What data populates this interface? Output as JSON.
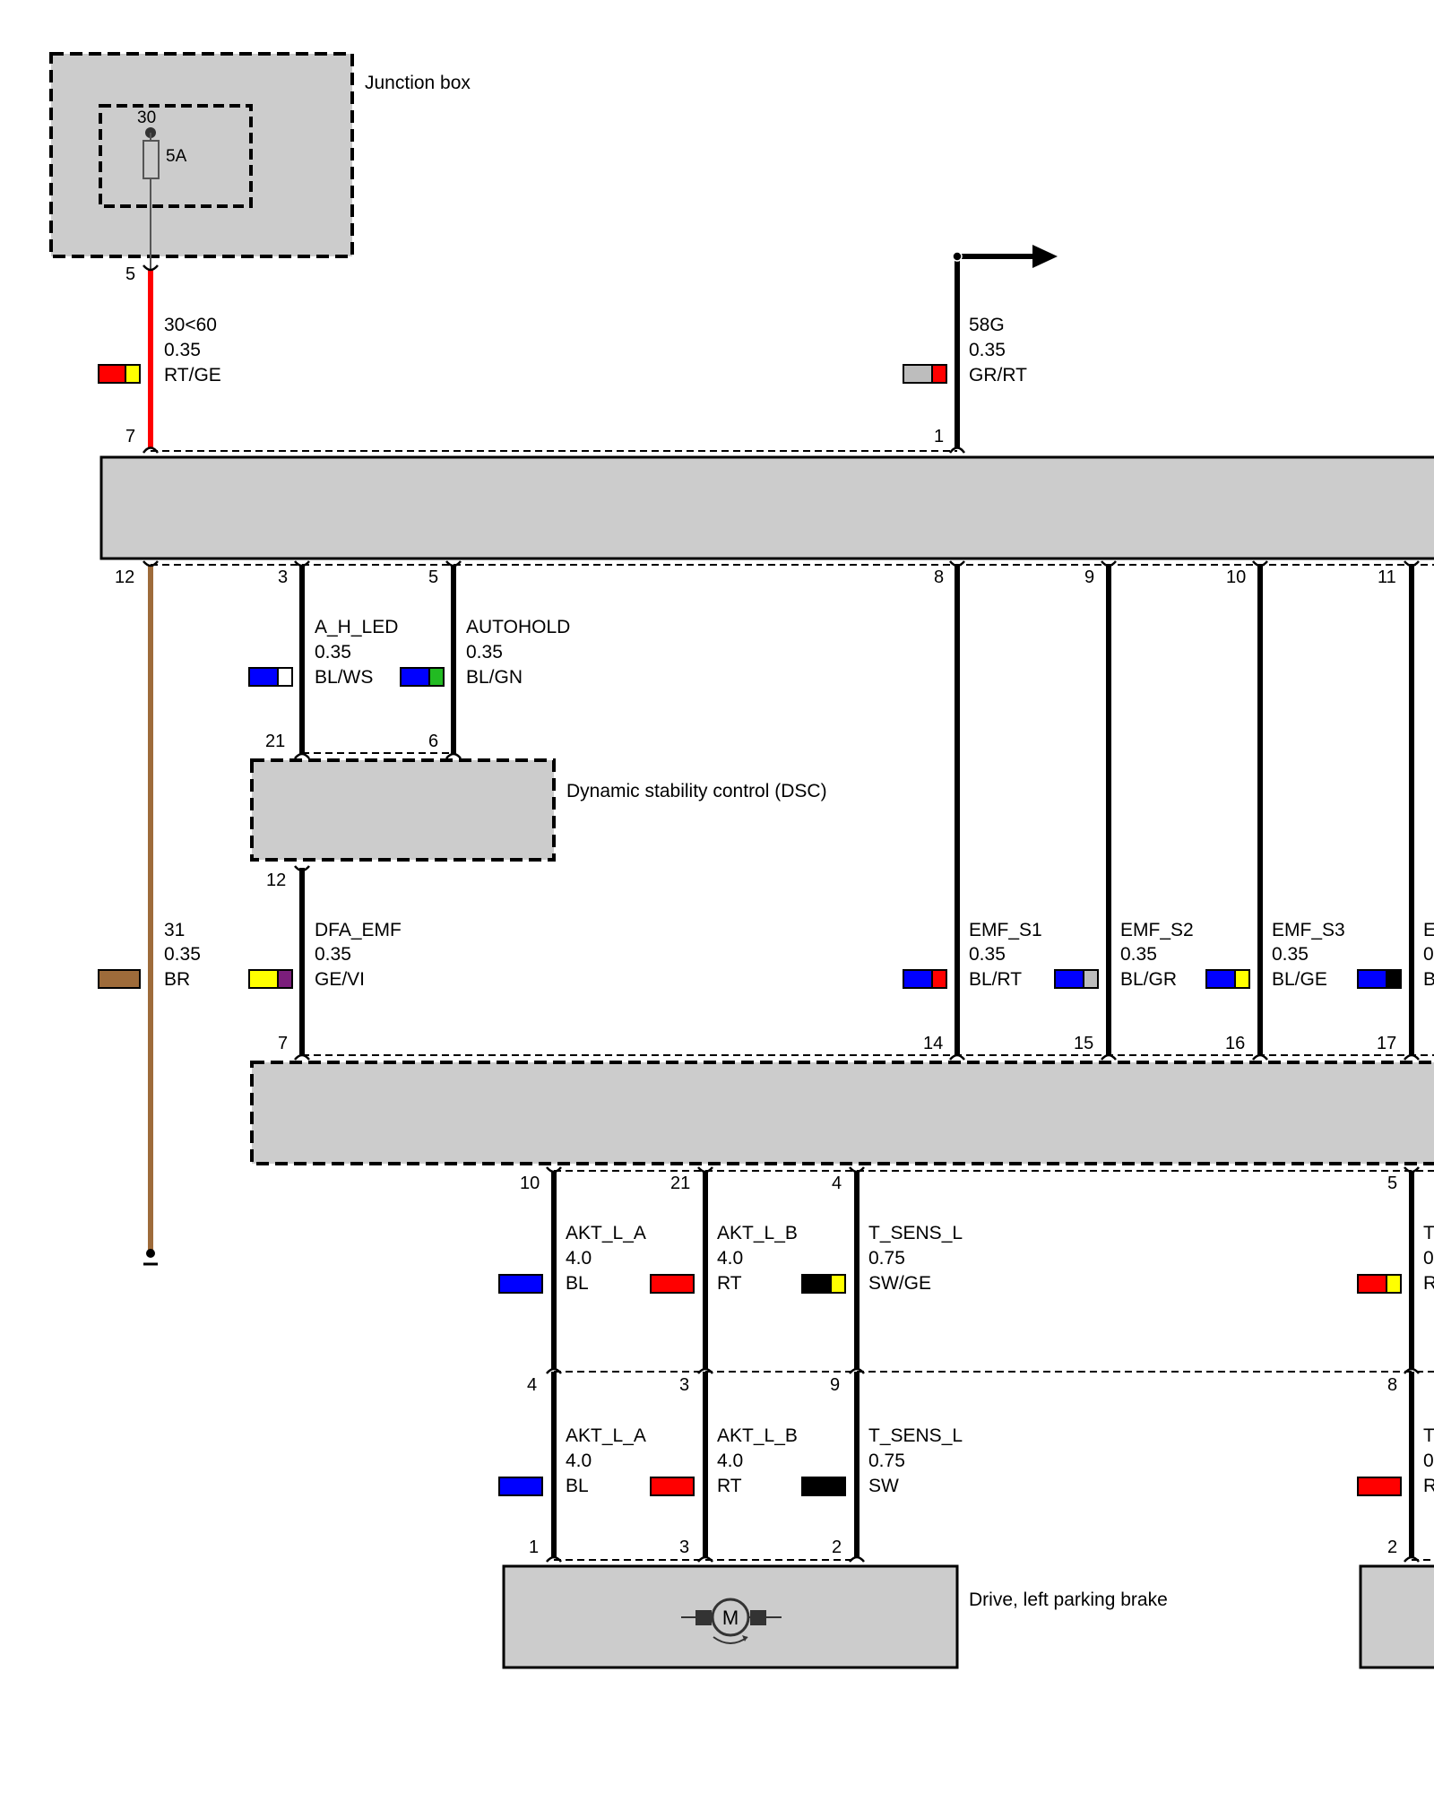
{
  "components": {
    "junction_box": "Junction box",
    "fuse_pin": "30",
    "fuse_rating": "5A",
    "dsc": "Dynamic stability control (DSC)",
    "drive_left": "Drive, left parking brake"
  },
  "colors": {
    "RT": "#ff0000",
    "GE": "#ffff00",
    "GR": "#bdbdbd",
    "BL": "#0000ff",
    "WS": "#ffffff",
    "GN": "#22bb22",
    "BR": "#9e6b3a",
    "VI": "#7b1e7b",
    "SW": "#000000",
    "box_fill": "#cccccc"
  },
  "wires": [
    {
      "id": "w-3060",
      "name": "30<60",
      "gauge": "0.35",
      "code": "RT/GE",
      "c1": "RT",
      "c2": "GE",
      "pin_top": "5",
      "pin_bottom": "7"
    },
    {
      "id": "w-58g",
      "name": "58G",
      "gauge": "0.35",
      "code": "GR/RT",
      "c1": "GR",
      "c2": "RT",
      "pin_top": "",
      "pin_bottom": "1"
    },
    {
      "id": "w-31",
      "name": "31",
      "gauge": "0.35",
      "code": "BR",
      "c1": "BR",
      "c2": "BR",
      "pin_top": "12",
      "pin_bottom": ""
    },
    {
      "id": "w-ahled",
      "name": "A_H_LED",
      "gauge": "0.35",
      "code": "BL/WS",
      "c1": "BL",
      "c2": "WS",
      "pin_top": "3",
      "pin_bottom": "21"
    },
    {
      "id": "w-autohold",
      "name": "AUTOHOLD",
      "gauge": "0.35",
      "code": "BL/GN",
      "c1": "BL",
      "c2": "GN",
      "pin_top": "5",
      "pin_bottom": "6"
    },
    {
      "id": "w-dfaemf",
      "name": "DFA_EMF",
      "gauge": "0.35",
      "code": "GE/VI",
      "c1": "GE",
      "c2": "VI",
      "pin_top": "12",
      "pin_bottom": "7"
    },
    {
      "id": "w-emfs1",
      "name": "EMF_S1",
      "gauge": "0.35",
      "code": "BL/RT",
      "c1": "BL",
      "c2": "RT",
      "pin_top": "8",
      "pin_bottom": "14"
    },
    {
      "id": "w-emfs2",
      "name": "EMF_S2",
      "gauge": "0.35",
      "code": "BL/GR",
      "c1": "BL",
      "c2": "GR",
      "pin_top": "9",
      "pin_bottom": "15"
    },
    {
      "id": "w-emfs3",
      "name": "EMF_S3",
      "gauge": "0.35",
      "code": "BL/GE",
      "c1": "BL",
      "c2": "GE",
      "pin_top": "10",
      "pin_bottom": "16"
    },
    {
      "id": "w-emfs4",
      "name": "E",
      "gauge": "0",
      "code": "B",
      "c1": "BL",
      "c2": "SW",
      "pin_top": "11",
      "pin_bottom": "17"
    },
    {
      "id": "w-aktla-1",
      "name": "AKT_L_A",
      "gauge": "4.0",
      "code": "BL",
      "c1": "BL",
      "c2": "BL",
      "pin_top": "10",
      "pin_bottom": "4"
    },
    {
      "id": "w-aktlb-1",
      "name": "AKT_L_B",
      "gauge": "4.0",
      "code": "RT",
      "c1": "RT",
      "c2": "RT",
      "pin_top": "21",
      "pin_bottom": "3"
    },
    {
      "id": "w-tsensl-1",
      "name": "T_SENS_L",
      "gauge": "0.75",
      "code": "SW/GE",
      "c1": "SW",
      "c2": "GE",
      "pin_top": "4",
      "pin_bottom": "9"
    },
    {
      "id": "w-tsensr-1",
      "name": "T",
      "gauge": "0",
      "code": "R",
      "c1": "RT",
      "c2": "GE",
      "pin_top": "5",
      "pin_bottom": "8"
    },
    {
      "id": "w-aktla-2",
      "name": "AKT_L_A",
      "gauge": "4.0",
      "code": "BL",
      "c1": "BL",
      "c2": "BL",
      "pin_top": "",
      "pin_bottom": "1"
    },
    {
      "id": "w-aktlb-2",
      "name": "AKT_L_B",
      "gauge": "4.0",
      "code": "RT",
      "c1": "RT",
      "c2": "RT",
      "pin_top": "",
      "pin_bottom": "3"
    },
    {
      "id": "w-tsensl-2",
      "name": "T_SENS_L",
      "gauge": "0.75",
      "code": "SW",
      "c1": "SW",
      "c2": "SW",
      "pin_top": "",
      "pin_bottom": "2"
    },
    {
      "id": "w-tsensr-2",
      "name": "T",
      "gauge": "0",
      "code": "R",
      "c1": "RT",
      "c2": "RT",
      "pin_top": "",
      "pin_bottom": "2"
    }
  ]
}
